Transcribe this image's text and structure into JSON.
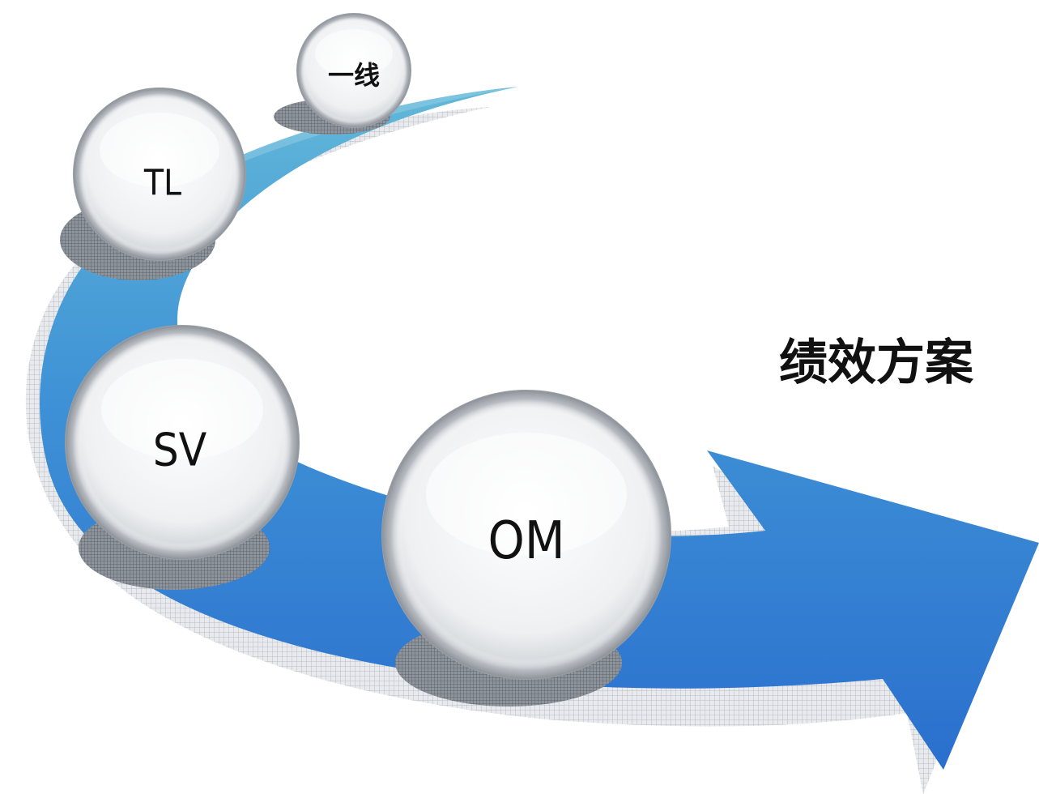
{
  "title": "绩效方案",
  "nodes": [
    {
      "id": "frontline",
      "label": "一线"
    },
    {
      "id": "tl",
      "label": "TL"
    },
    {
      "id": "sv",
      "label": "SV"
    },
    {
      "id": "om",
      "label": "OM"
    }
  ],
  "colors": {
    "arrow_top": "#5eb3d6",
    "arrow_bottom": "#2a6fce",
    "shadow": "#9ea3ad",
    "bubble_edge": "#c9ccd0",
    "bubble_face": "#f4f5f6",
    "text": "#111111"
  }
}
